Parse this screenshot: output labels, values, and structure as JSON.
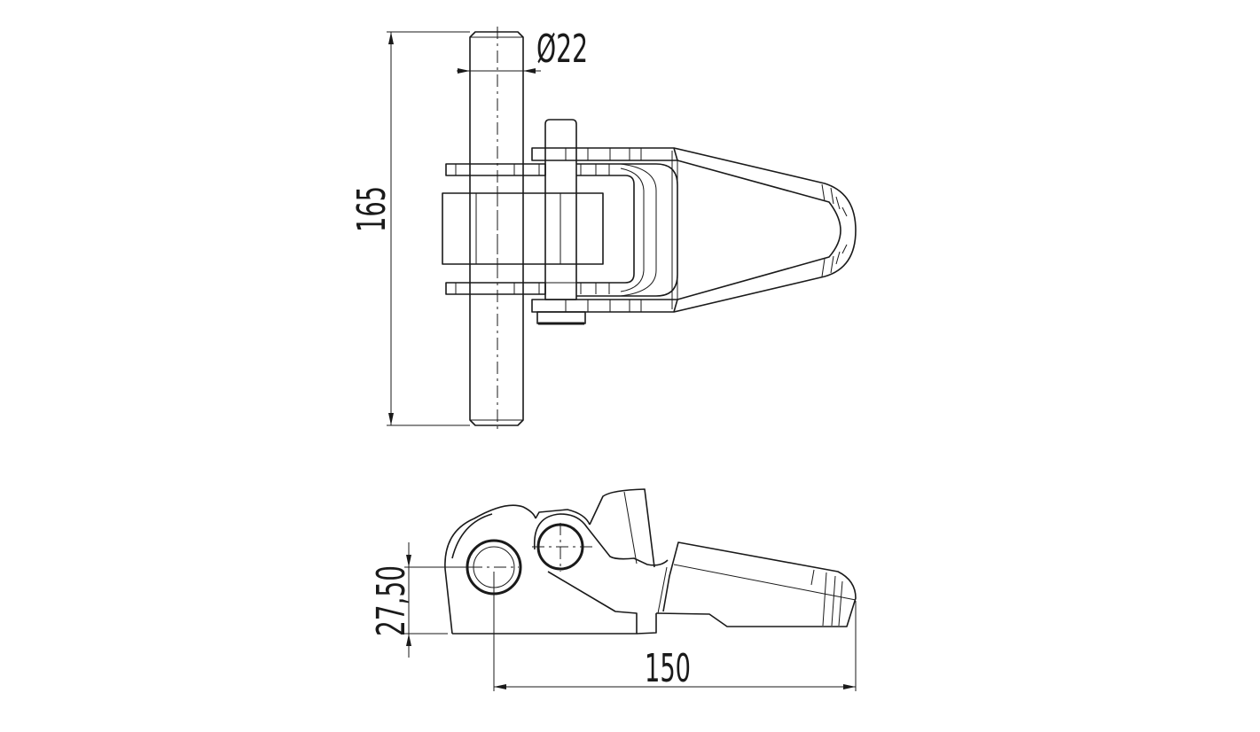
{
  "drawing": {
    "top_view": {
      "dimensions": {
        "shaft_diameter": "Ø22",
        "overall_height": "165"
      }
    },
    "side_view": {
      "dimensions": {
        "axis_height": "27,50",
        "overall_length": "150"
      }
    },
    "line_color": "#1a1a1a",
    "background": "#ffffff"
  }
}
